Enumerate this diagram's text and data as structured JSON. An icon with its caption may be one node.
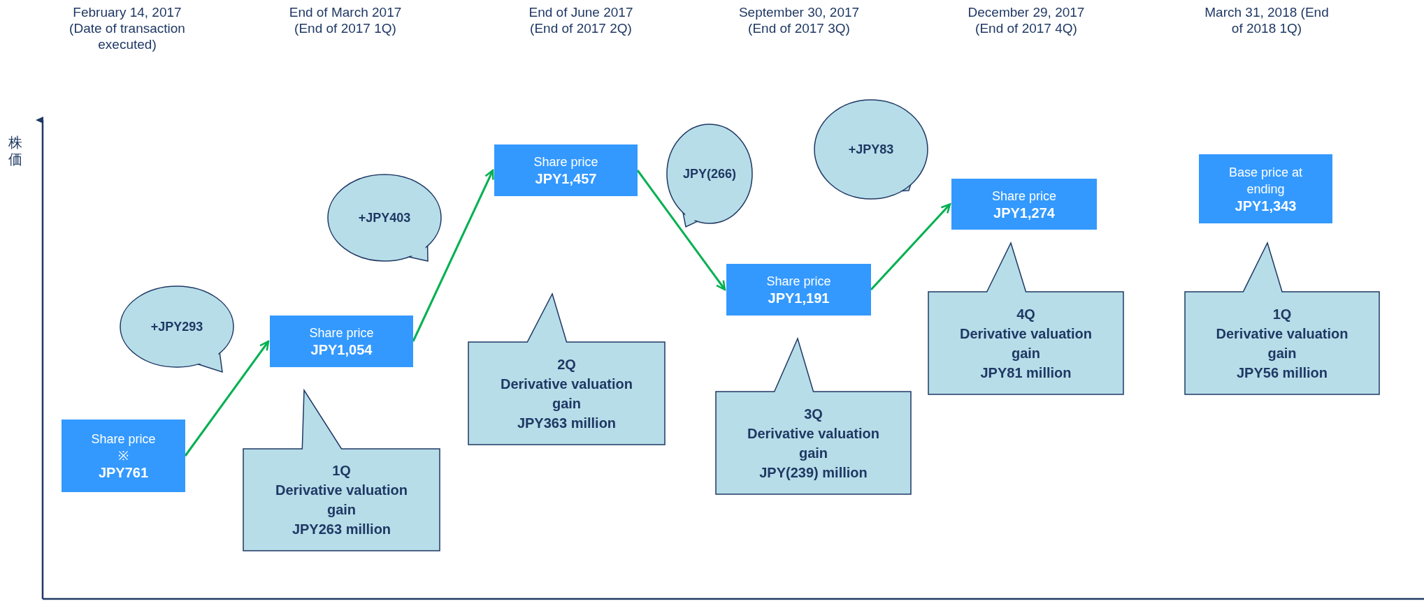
{
  "diagram": {
    "nodes": [
      {
        "text": [
          "Share price",
          "※",
          "JPY761"
        ]
      },
      {
        "text": [
          "Share price",
          "JPY1,054"
        ]
      },
      {
        "text": [
          "Share price",
          "JPY1,457"
        ]
      },
      {
        "text": [
          "Share price",
          "JPY1,191"
        ]
      },
      {
        "text": [
          "Share price",
          "JPY1,274"
        ]
      },
      {
        "text": [
          "Base price at ending",
          "JPY1,343"
        ]
      },
      {
        "text": [
          "+JPY293"
        ]
      },
      {
        "text": [
          "+JPY403"
        ]
      },
      {
        "text": [
          "JPY(266)"
        ]
      },
      {
        "text": [
          "+JPY83"
        ]
      },
      {
        "text": [
          "1Q",
          "Derivative valuation gain",
          "JPY263 million"
        ]
      },
      {
        "text": [
          "2Q",
          "Derivative valuation gain",
          "JPY363 million"
        ]
      },
      {
        "text": [
          "3Q",
          "Derivative valuation gain",
          "JPY(239) million"
        ]
      },
      {
        "text": [
          "4Q",
          "Derivative valuation gain",
          "JPY81 million"
        ]
      },
      {
        "text": [
          "1Q",
          "Derivative valuation gain",
          "JPY56 million"
        ]
      }
    ],
    "edges": [
      {
        "from": 0,
        "to": 1,
        "arrow": "to"
      },
      {
        "from": 1,
        "to": 2,
        "arrow": "to"
      },
      {
        "from": 2,
        "to": 3,
        "arrow": "to"
      },
      {
        "from": 3,
        "to": 4,
        "arrow": "to"
      }
    ],
    "labels": [
      "February 14, 2017 (Date of transaction executed)",
      "End of March 2017 (End of 2017 1Q)",
      "End of June 2017 (End of 2017 2Q)",
      "September 30, 2017 (End of 2017 3Q)",
      "December 29, 2017 (End of 2017 4Q)",
      "March 31, 2018 (End of 2018 1Q)",
      "株価"
    ]
  }
}
